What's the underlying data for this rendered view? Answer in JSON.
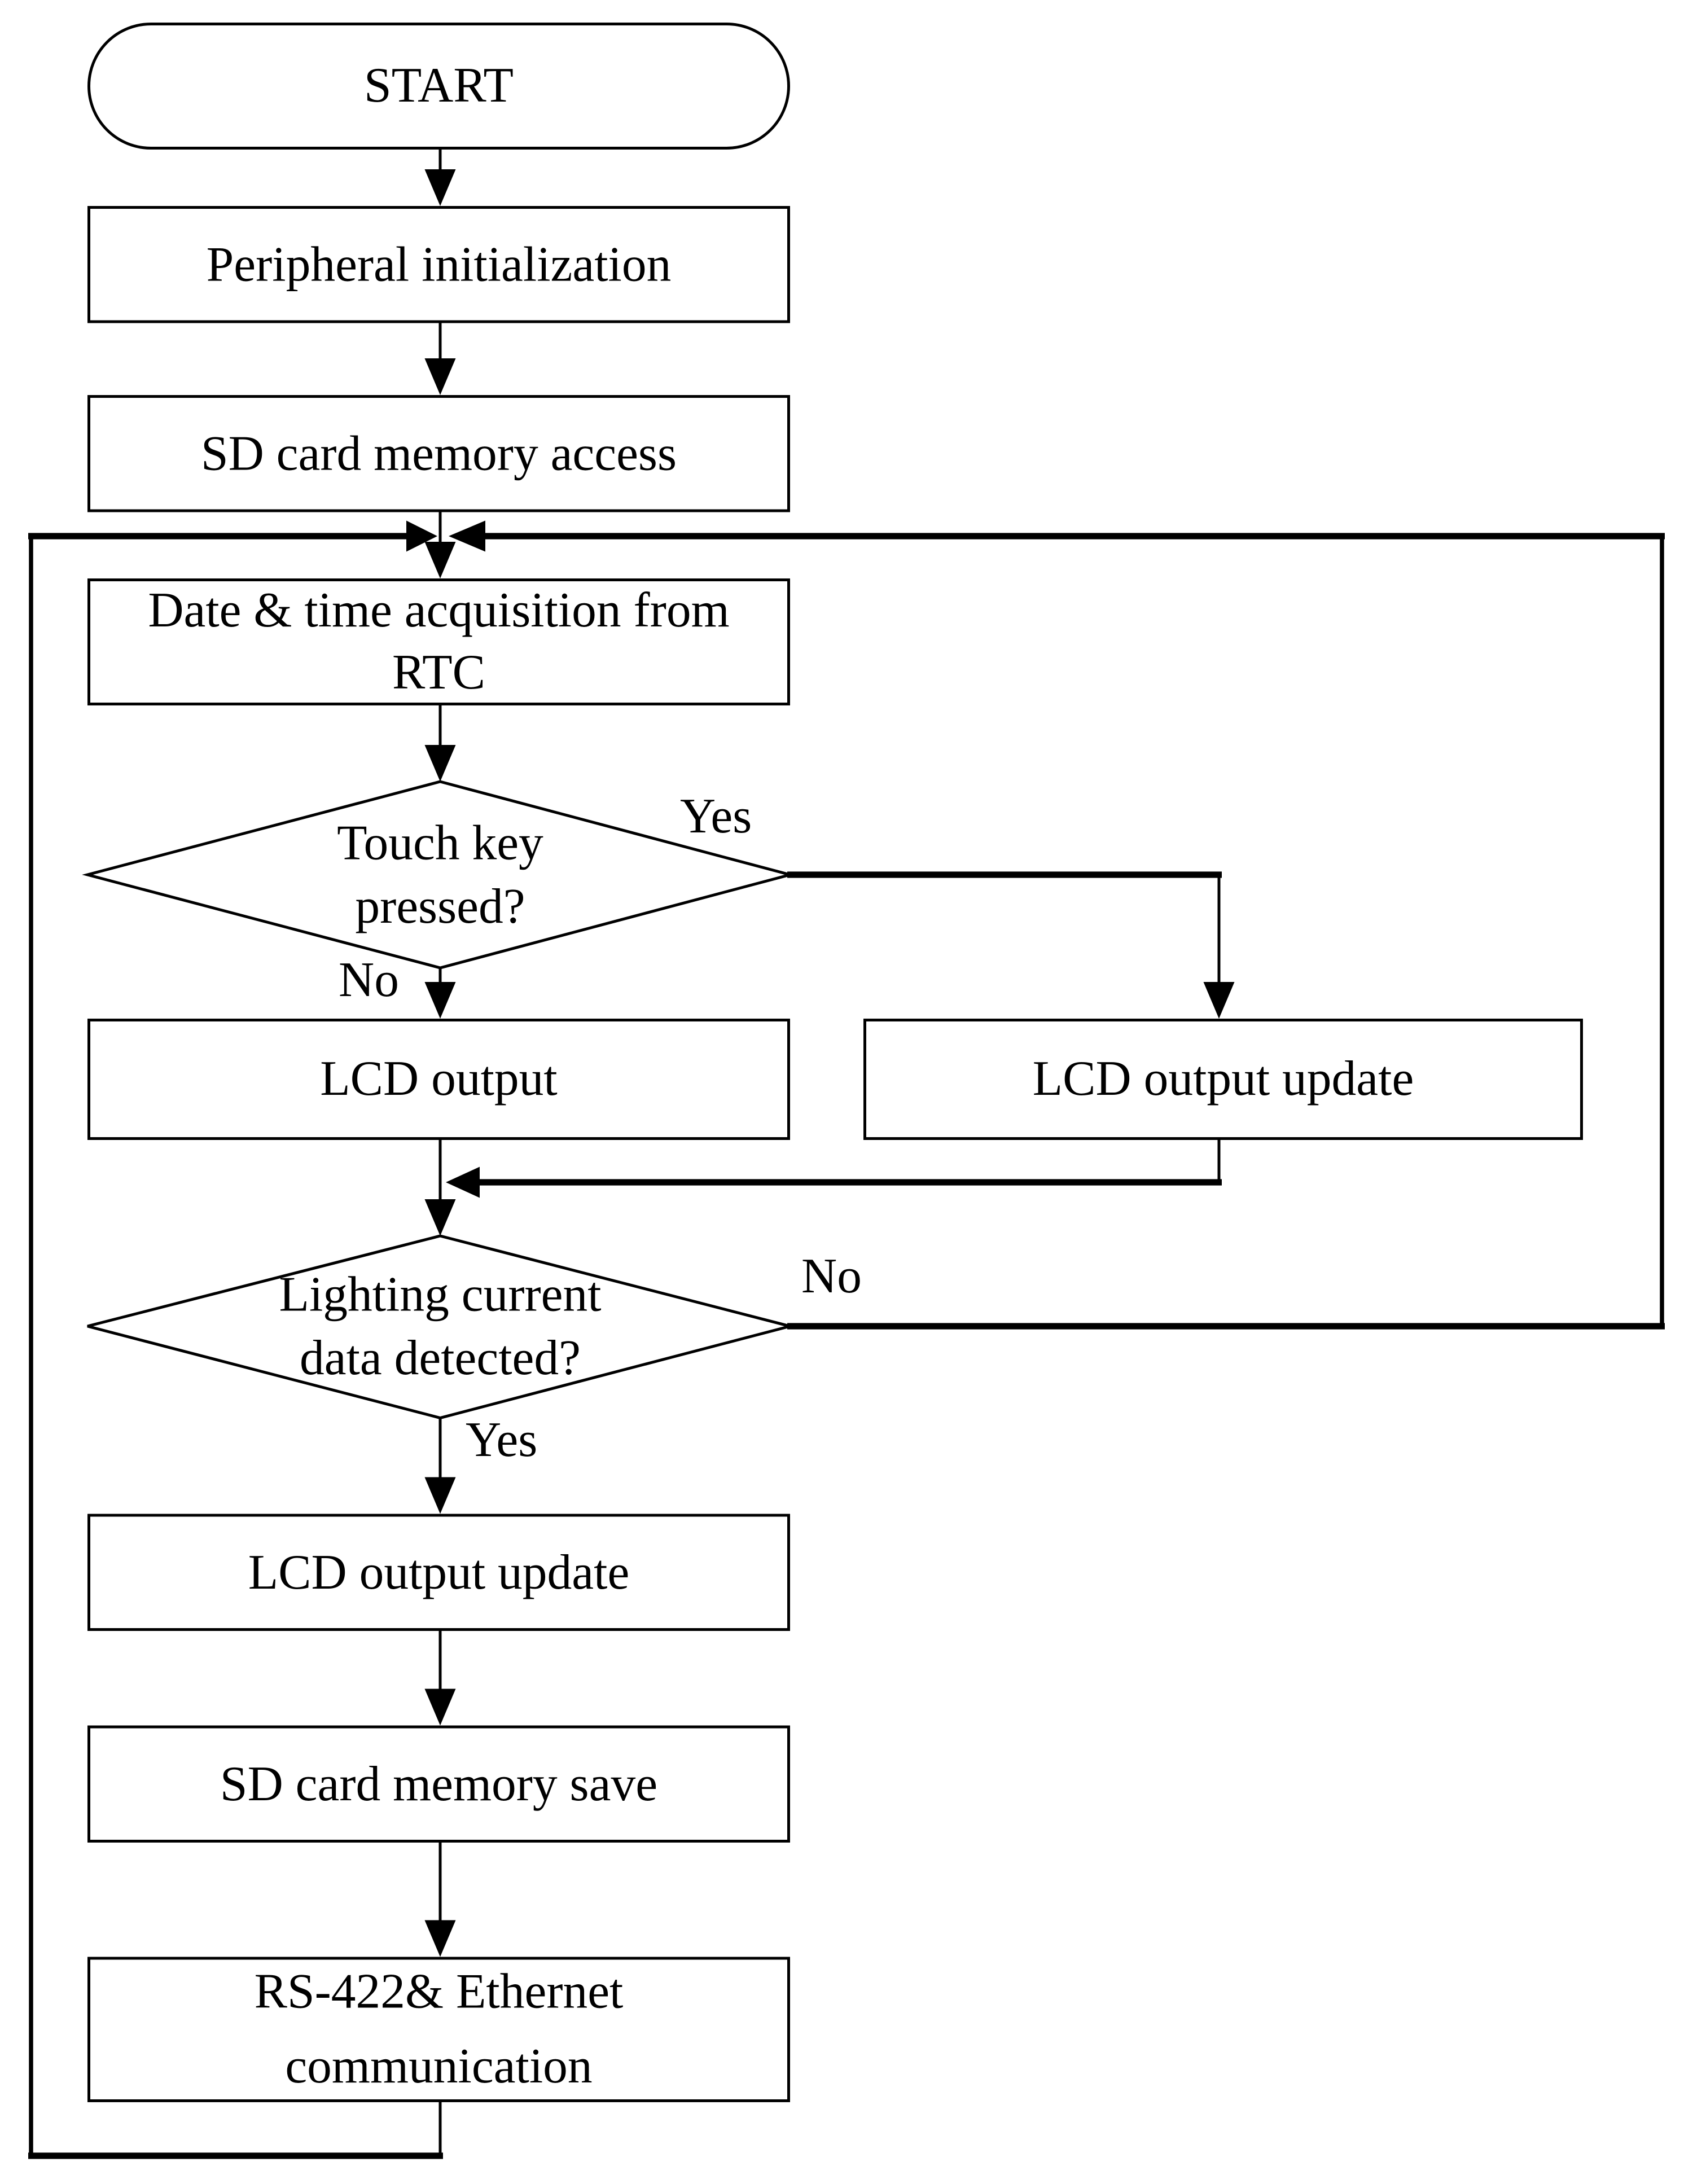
{
  "flowchart": {
    "nodes": {
      "start": "START",
      "peripheral_init": "Peripheral initialization",
      "sd_card_access": "SD card memory access",
      "rtc_acquisition": "Date & time acquisition from RTC",
      "touch_key_decision": "Touch key pressed?",
      "lcd_output": "LCD output",
      "lcd_output_update_branch": "LCD output update",
      "lighting_decision": "Lighting current data detected?",
      "lcd_output_update_main": "LCD output update",
      "sd_card_save": "SD card memory save",
      "rs422_ethernet": "RS-422& Ethernet communication"
    },
    "branch_labels": {
      "touch_key_yes": "Yes",
      "touch_key_no": "No",
      "lighting_no": "No",
      "lighting_yes": "Yes"
    },
    "colors": {
      "line": "#000000",
      "node_fill": "#ffffff",
      "background": "#ffffff",
      "text": "#000000"
    }
  }
}
